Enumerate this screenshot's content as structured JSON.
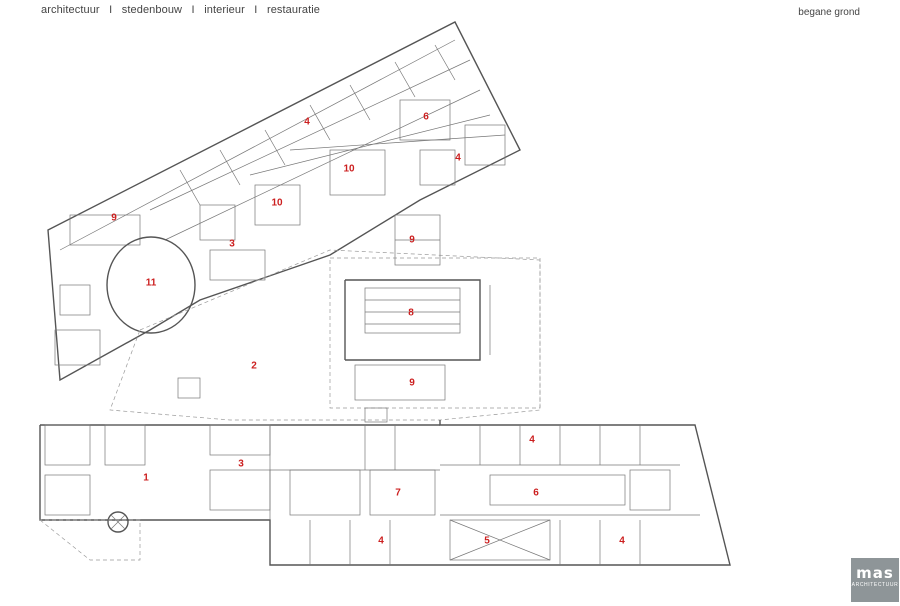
{
  "header": {
    "items": [
      "architectuur",
      "stedenbouw",
      "interieur",
      "restauratie"
    ],
    "separator": "I"
  },
  "sheet_title": "begane grond",
  "logo": {
    "mark": "mas",
    "sub": "ARCHITECTUUR"
  },
  "rooms": [
    {
      "label": "1"
    },
    {
      "label": "2"
    },
    {
      "label": "3"
    },
    {
      "label": "3"
    },
    {
      "label": "4"
    },
    {
      "label": "4"
    },
    {
      "label": "4"
    },
    {
      "label": "4"
    },
    {
      "label": "4"
    },
    {
      "label": "5"
    },
    {
      "label": "6"
    },
    {
      "label": "6"
    },
    {
      "label": "7"
    },
    {
      "label": "8"
    },
    {
      "label": "9"
    },
    {
      "label": "9"
    },
    {
      "label": "9"
    },
    {
      "label": "10"
    },
    {
      "label": "10"
    },
    {
      "label": "11"
    }
  ],
  "colors": {
    "room_number": "#cc1f1f",
    "walls": "#555555",
    "logo_bg": "#8e9598"
  }
}
